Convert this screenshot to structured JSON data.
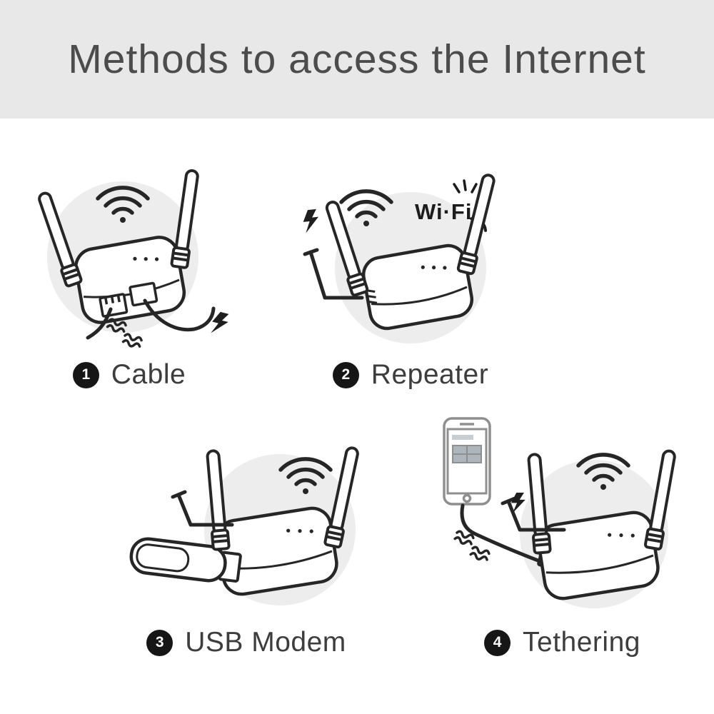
{
  "header": {
    "title": "Methods to access the Internet"
  },
  "methods": [
    {
      "number": "1",
      "label": "Cable"
    },
    {
      "number": "2",
      "label": "Repeater"
    },
    {
      "number": "3",
      "label": "USB Modem"
    },
    {
      "number": "4",
      "label": "Tethering"
    }
  ],
  "illustrations": {
    "wifi_logo_text": "Wi·Fi"
  },
  "colors": {
    "header_bg": "#e8e8e8",
    "title_text": "#4c4c4c",
    "label_text": "#3d3d3d",
    "badge_bg": "#161616",
    "badge_text": "#ffffff",
    "line_art": "#262626",
    "backdrop_circle": "#ededed",
    "phone_line": "#8f8f8f"
  }
}
